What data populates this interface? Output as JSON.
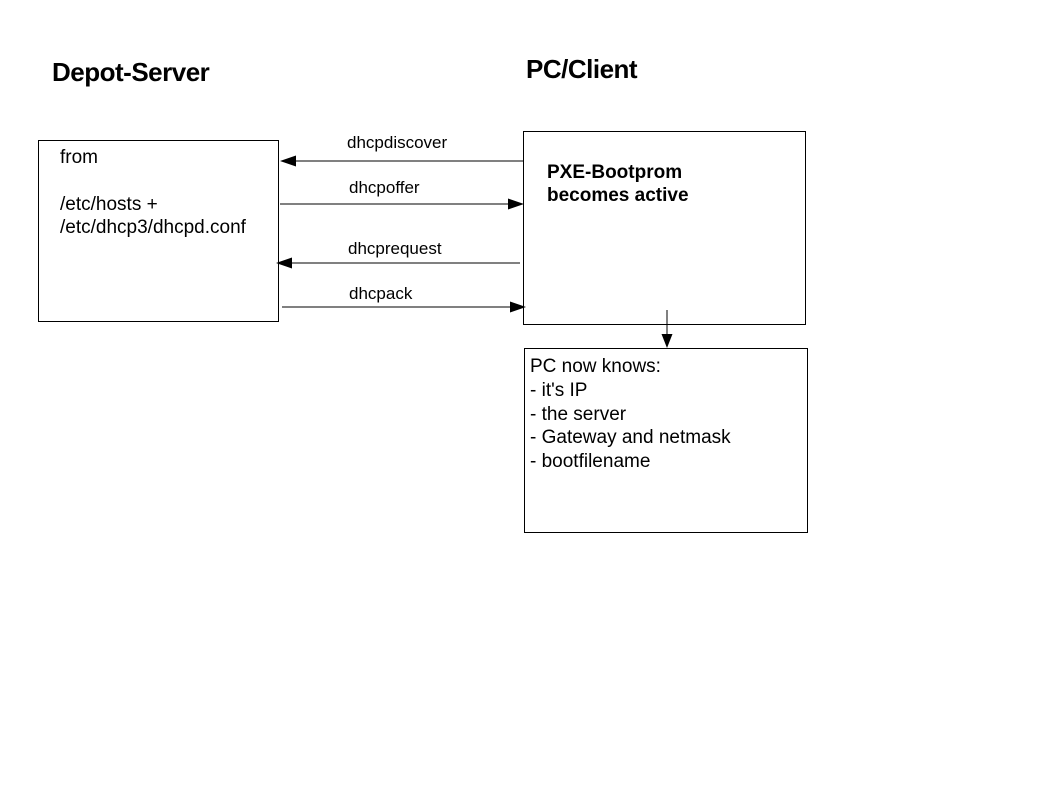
{
  "titles": {
    "server": "Depot-Server",
    "client": "PC/Client"
  },
  "server_box": {
    "lines": [
      "from",
      "",
      "/etc/hosts +",
      "/etc/dhcp3/dhcpd.conf"
    ]
  },
  "client_box": {
    "lines": [
      "PXE-Bootprom",
      "becomes active"
    ]
  },
  "knows_box": {
    "lines": [
      "PC now knows:",
      "- it's IP",
      "- the server",
      "- Gateway and netmask",
      "- bootfilename"
    ]
  },
  "messages": [
    {
      "label": "dhcpdiscover",
      "direction": "to-server"
    },
    {
      "label": "dhcpoffer",
      "direction": "to-client"
    },
    {
      "label": "dhcprequest",
      "direction": "to-server"
    },
    {
      "label": "dhcpack",
      "direction": "to-client"
    }
  ]
}
